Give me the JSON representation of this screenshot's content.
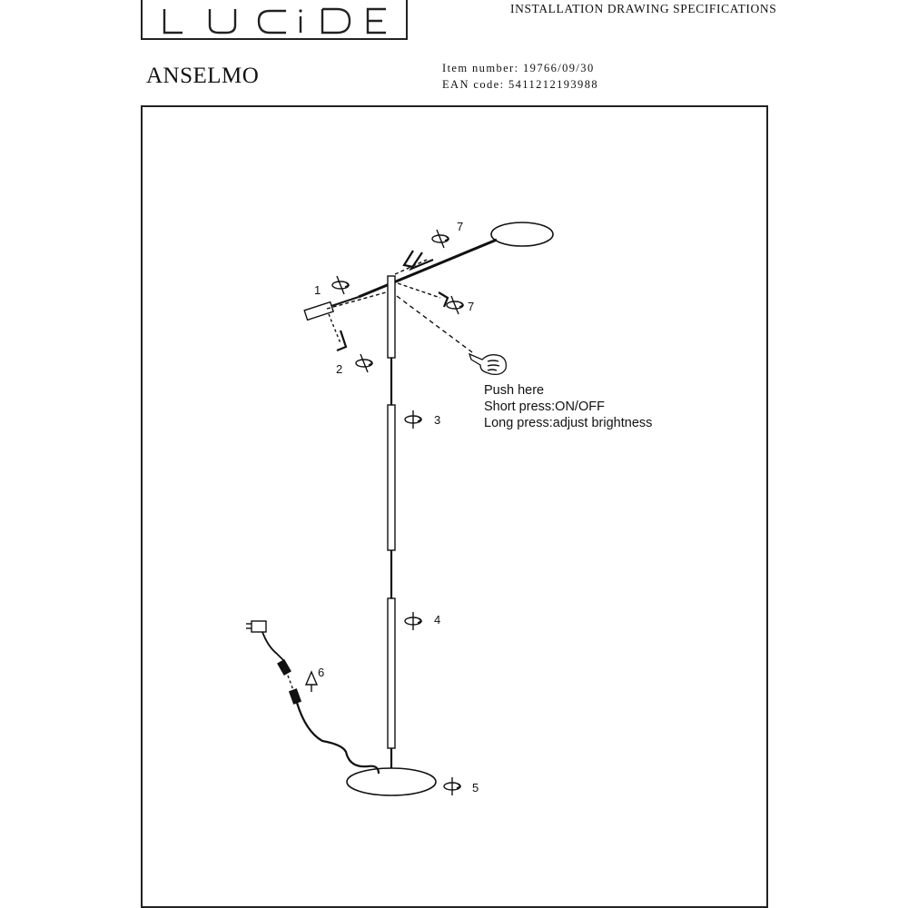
{
  "brand": {
    "logo_text": "LUCIDE"
  },
  "header": {
    "spec_title": "INSTALLATION DRAWING SPECIFICATIONS",
    "product_name": "ANSELMO",
    "item_number": "Item number: 19766/09/30",
    "ean_code": "EAN code: 5411212193988"
  },
  "instructions": {
    "push_here": "Push here",
    "short_press": "Short press:ON/OFF",
    "long_press": "Long press:adjust brightness"
  },
  "steps": [
    "1",
    "2",
    "3",
    "4",
    "5",
    "6",
    "7",
    "7"
  ],
  "icons": [
    "rotate-icon",
    "hex-key-icon",
    "hand-pointer-icon",
    "plug-adapter-icon",
    "insert-arrow-icon"
  ]
}
